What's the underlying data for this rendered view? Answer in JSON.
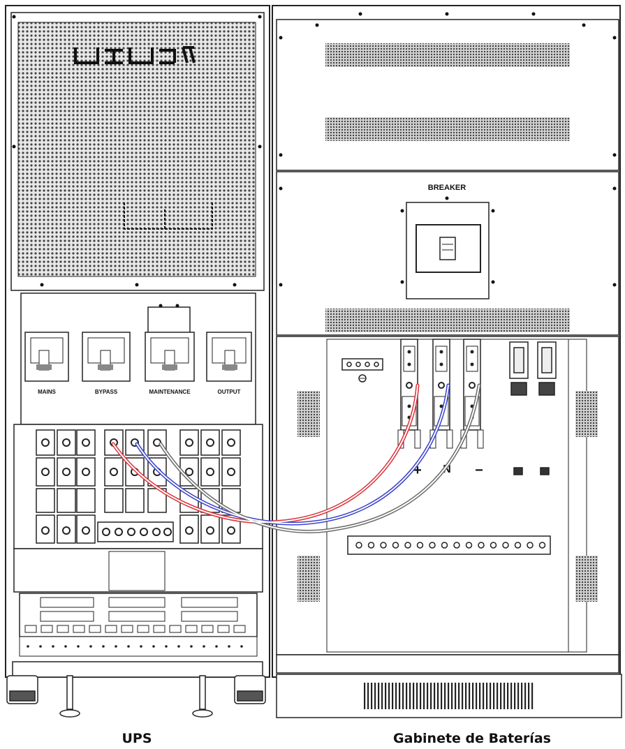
{
  "ups": {
    "caption": "UPS",
    "switches": [
      {
        "label": "MAINS"
      },
      {
        "label": "BYPASS"
      },
      {
        "label": "MAINTENANCE"
      },
      {
        "label": "OUTPUT"
      }
    ]
  },
  "battery_cabinet": {
    "caption": "Gabinete de Baterías",
    "breaker_label": "BREAKER",
    "terminal_signs": [
      "+",
      "N",
      "−"
    ]
  },
  "colors": {
    "positive_cable": "#d9323a",
    "neutral_cable": "#3a43c8",
    "negative_cable": "#6b6b6b",
    "line": "#222222"
  }
}
